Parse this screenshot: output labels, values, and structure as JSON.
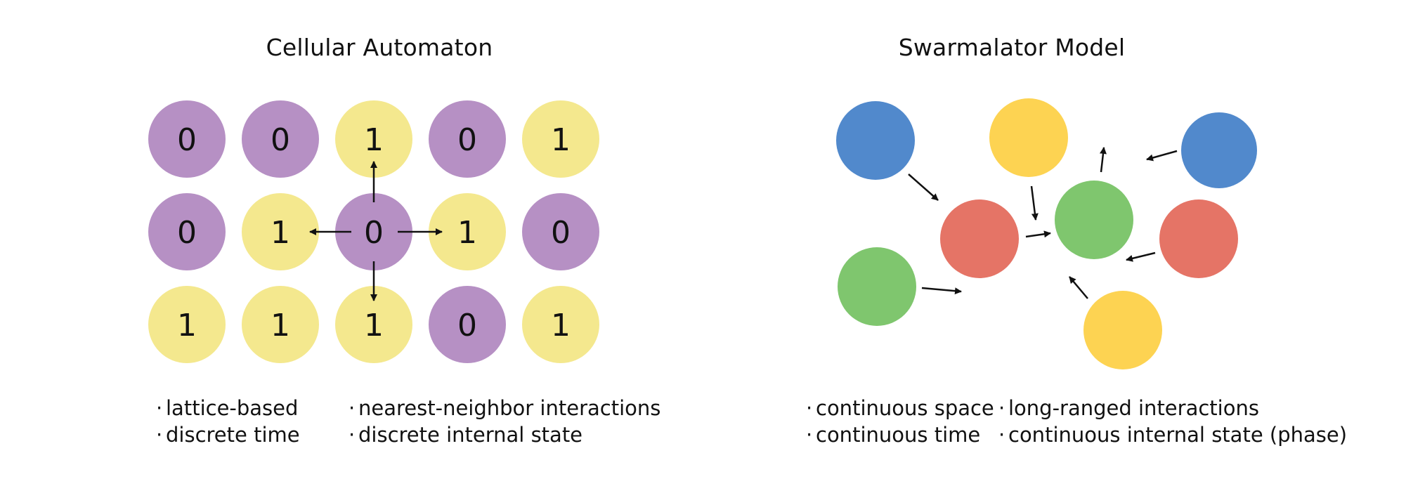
{
  "cellular_automaton": {
    "title": "Cellular Automaton",
    "state_colors": {
      "0": "#b690c4",
      "1": "#f4e88e"
    },
    "grid": [
      [
        "0",
        "0",
        "1",
        "0",
        "1"
      ],
      [
        "0",
        "1",
        "0",
        "1",
        "0"
      ],
      [
        "1",
        "1",
        "1",
        "0",
        "1"
      ]
    ],
    "features_col1": [
      "lattice-based",
      "discrete time"
    ],
    "features_col2": [
      "nearest-neighbor interactions",
      "discrete internal state"
    ]
  },
  "swarmalator_model": {
    "title": "Swarmalator Model",
    "colors": {
      "blue": "#5189cc",
      "yellow": "#fdd352",
      "red": "#e57466",
      "green": "#7fc66e"
    },
    "features_col1": [
      "continuous space",
      "continuous time"
    ],
    "features_col2": [
      "long-ranged interactions",
      "continuous internal state (phase)"
    ]
  },
  "bullet_char": "·"
}
